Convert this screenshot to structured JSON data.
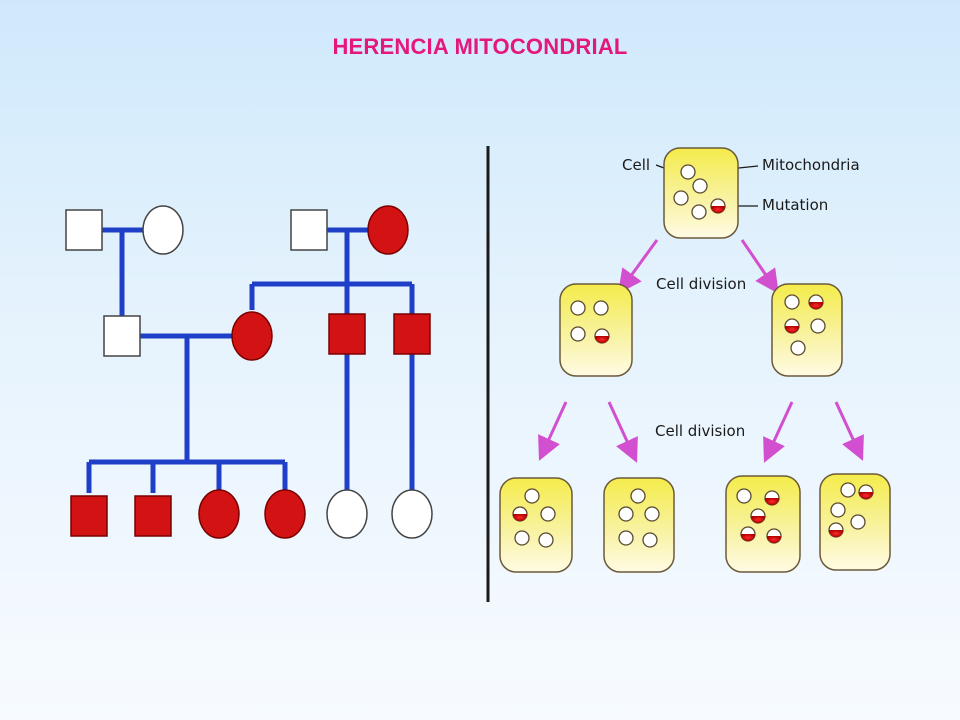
{
  "title": "HERENCIA MITOCONDRIAL",
  "colors": {
    "title": "#e4177b",
    "affected": "#d31313",
    "unaffected": "#ffffff",
    "pedigree_line": "#1f3fc8",
    "divider": "#1a1a1a",
    "arrow": "#d24fd0",
    "cytoplasm": "#f2e94a"
  },
  "pedigree": {
    "generations": [
      {
        "individuals": [
          {
            "sex": "male",
            "affected": false
          },
          {
            "sex": "female",
            "affected": false
          },
          {
            "sex": "male",
            "affected": false
          },
          {
            "sex": "female",
            "affected": true
          }
        ]
      },
      {
        "individuals": [
          {
            "sex": "male",
            "affected": false
          },
          {
            "sex": "female",
            "affected": true
          },
          {
            "sex": "male",
            "affected": true
          },
          {
            "sex": "male",
            "affected": true
          }
        ]
      },
      {
        "individuals": [
          {
            "sex": "male",
            "affected": true
          },
          {
            "sex": "male",
            "affected": true
          },
          {
            "sex": "female",
            "affected": true
          },
          {
            "sex": "female",
            "affected": true
          },
          {
            "sex": "female",
            "affected": false
          },
          {
            "sex": "female",
            "affected": false
          }
        ]
      }
    ]
  },
  "cell_diagram": {
    "labels": {
      "cell": "Cell",
      "mitochondria": "Mitochondria",
      "mutation": "Mutation",
      "division_1": "Cell division",
      "division_2": "Cell division"
    }
  }
}
